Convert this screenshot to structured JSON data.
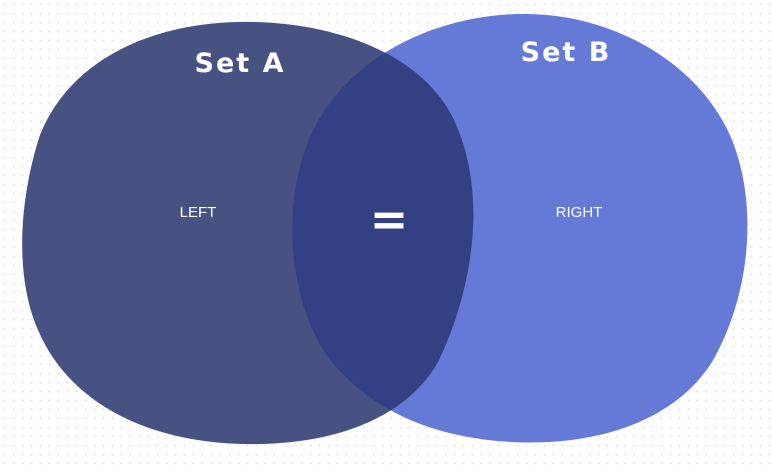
{
  "diagram": {
    "type": "venn",
    "sets": [
      {
        "id": "a",
        "title": "Set A",
        "region_label": "LEFT",
        "color": "#475283"
      },
      {
        "id": "b",
        "title": "Set B",
        "region_label": "RIGHT",
        "color": "#647ad6"
      }
    ],
    "intersection": {
      "symbol": "=",
      "color": "#334084"
    }
  }
}
